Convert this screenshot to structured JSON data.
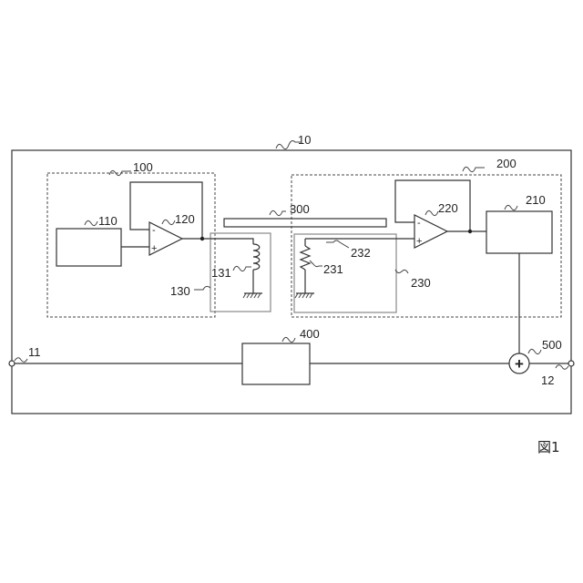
{
  "diagram": {
    "labels": {
      "device": "10",
      "unit_a": "100",
      "block_110": "110",
      "amp_120": "120",
      "circuit_130": "130",
      "coil_131": "131",
      "unit_b": "200",
      "block_210": "210",
      "amp_220": "220",
      "circuit_230": "230",
      "resistor_231": "231",
      "wire_232": "232",
      "bar_300": "300",
      "block_400": "400",
      "adder_500": "500",
      "terminal_11": "11",
      "terminal_12": "12"
    },
    "opamp_symbols": {
      "minus": "-",
      "plus": "+"
    },
    "adder_symbol": "+",
    "figure_caption": "図1"
  }
}
